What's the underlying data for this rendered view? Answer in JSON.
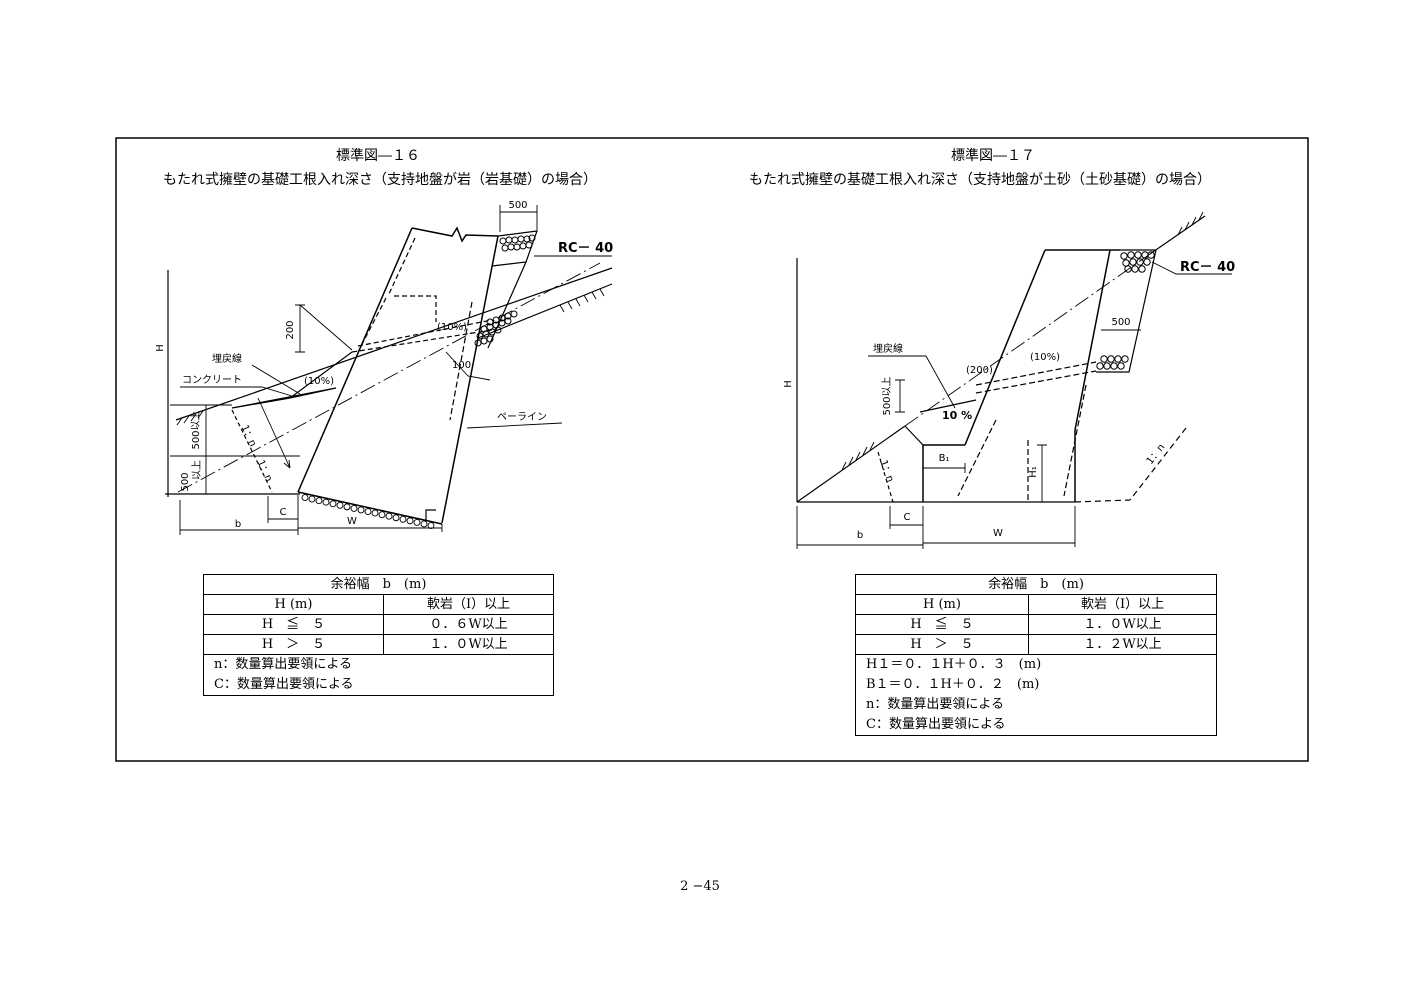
{
  "fig16": {
    "title": "標準図―１６",
    "subtitle": "もたれ式擁壁の基礎工根入れ深さ（支持地盤が岩（岩基礎）の場合）",
    "labels": {
      "dim_top": "500",
      "gravel": "RC－ 40",
      "dim_200": "200",
      "height": "H",
      "backfill": "埋戻線",
      "concrete": "コンクリート",
      "grade_lower": "(10%)",
      "grade_upper": "(10%)",
      "dim_100": "100",
      "pay_line": "ペーライン",
      "depth_min": "500以上",
      "slope_a": "1：n",
      "slope_b": "1：n",
      "depth_min2_num": "500",
      "depth_min2_unit": "以上",
      "b": "b",
      "c": "C",
      "w": "W"
    },
    "table": {
      "header": "余裕幅　b　(m)",
      "columns": [
        "H (m)",
        "軟岩（I）以上"
      ],
      "rows": [
        [
          "H　≦　５",
          "０．６W以上"
        ],
        [
          "H　＞　５",
          "１．０W以上"
        ]
      ],
      "notes": [
        "n：数量算出要領による",
        "C：数量算出要領による"
      ]
    }
  },
  "fig17": {
    "title": "標準図―１７",
    "subtitle": "もたれ式擁壁の基礎工根入れ深さ（支持地盤が土砂（土砂基礎）の場合）",
    "labels": {
      "gravel": "RC－ 40",
      "dim_500": "500",
      "backfill": "埋戻線",
      "grade_dashed": "(10%)",
      "dim_200": "(200)",
      "height": "H",
      "depth_min": "500以上",
      "grade": "10 %",
      "b1": "B₁",
      "h1": "H₁",
      "slope_left": "1：n",
      "slope_right": "1：n",
      "c": "C",
      "b": "b",
      "w": "W"
    },
    "table": {
      "header": "余裕幅　b　(m)",
      "columns": [
        "H (m)",
        "軟岩（I）以上"
      ],
      "rows": [
        [
          "H　≦　５",
          "１．０W以上"
        ],
        [
          "H　＞　５",
          "１．２W以上"
        ]
      ],
      "notes": [
        "H１＝０．１H＋０．３　(m)",
        "B１＝０．１H＋０．２　(m)",
        "n：数量算出要領による",
        "C：数量算出要領による"
      ]
    }
  },
  "page_number": "2 −45"
}
